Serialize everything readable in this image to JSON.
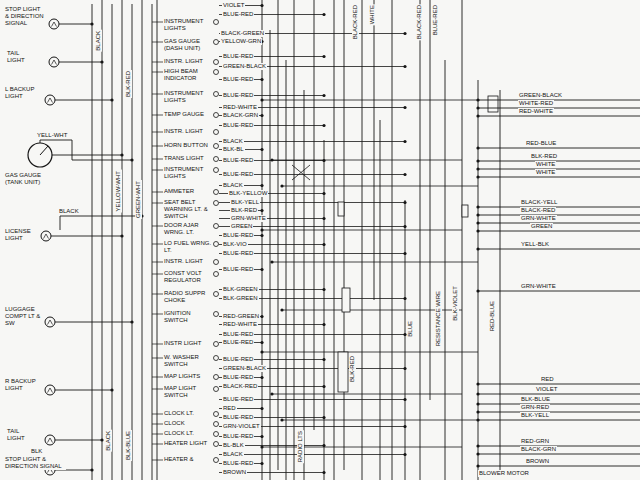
{
  "diagram": {
    "labels": [
      "STOP LIGHT & DIRECTION SIGNAL",
      "TAIL LIGHT",
      "L BACKUP LIGHT",
      "YELL-WHT",
      "GAS GAUGE (TANK UNIT)",
      "BLACK",
      "LICENSE LIGHT",
      "LUGGAGE COMPT LT & SW",
      "R BACKUP LIGHT",
      "TAIL LIGHT",
      "BLK",
      "STOP LIGHT & DIRECTION SIGNAL",
      "BLACK",
      "BLK-RED",
      "YELLOW-WHT",
      "GREEN-WHT",
      "BLACK",
      "BLK-BLUE",
      "INSTRUMENT LIGHTS",
      "GAS GAUGE (DASH UNIT)",
      "INSTR. LIGHT",
      "HIGH BEAM INDICATOR",
      "INSTRUMENT LIGHTS",
      "TEMP GAUGE",
      "INSTR. LIGHT",
      "HORN BUTTON",
      "TRANS LIGHT",
      "INSTRUMENT LIGHTS",
      "AMMETER",
      "SEAT BELT WARNING LT. & SWITCH",
      "DOOR AJAR WRNG. LT.",
      "LO FUEL WRNG. LT.",
      "INSTR. LIGHT",
      "CONST VOLT REGULATOR",
      "RADIO SUPPR CHOKE",
      "IGNITION SWITCH",
      "INSTR LIGHT",
      "W. WASHER SWITCH",
      "MAP LIGHTS",
      "MAP LIGHT SWITCH",
      "CLOCK LT.",
      "CLOCK",
      "CLOCK LT.",
      "HEATER LIGHT",
      "HEATER &",
      "VIOLET",
      "BLUE-RED",
      "BLACK-GREEN",
      "YELLOW-GRN",
      "BLUE-RED",
      "GREEN-BLACK",
      "BLUE-RED",
      "BLUE-RED",
      "RED-WHITE",
      "BLACK-GRN",
      "BLUE-RED",
      "BLACK",
      "BLK-BL",
      "BLUE-RED",
      "BLUE-RED",
      "BLACK",
      "BLK-YELLOW",
      "BLK-YELL",
      "BLK-RED",
      "GRN-WHITE",
      "GREEN",
      "BLUE-RED",
      "BLK-VIO",
      "BLUE-RED",
      "BLUE-RED",
      "BLK-GREEN",
      "BLK-GREEN",
      "RED-GREEN",
      "RED-WHITE",
      "BLUE-RED",
      "BLUE-RED",
      "BLUE-RED",
      "GREEN-BLACK",
      "BLUE-RED",
      "BLACK-RED",
      "BLUE-RED",
      "RED",
      "BLUE-RED",
      "GRN-VIOLET",
      "BLUE-RED",
      "BL-BLK",
      "BLACK",
      "BLUE-RED",
      "BROWN",
      "RADIO LTS",
      "BLK-RED",
      "BLUE",
      "RESISTANCE WIRE",
      "BLK-VIOLET",
      "RED-BLUE",
      "BLACK-RED",
      "WHITE",
      "BLACK-RED",
      "BLUE-RED",
      "GREEN-BLACK",
      "WHITE-RED",
      "RED-WHITE",
      "RED-BLUE",
      "BLK-RED",
      "WHITE",
      "WHITE",
      "BLACK-YELL",
      "BLACK-RED",
      "GRN-WHITE",
      "GREEN",
      "YELL-BLK",
      "GRN-WHITE",
      "RED",
      "VIOLET",
      "BLK-BLUE",
      "GRN-RED",
      "BLK-YELL",
      "RED-GRN",
      "BLACK-GRN",
      "BROWN",
      "BLOWER MOTOR"
    ]
  }
}
